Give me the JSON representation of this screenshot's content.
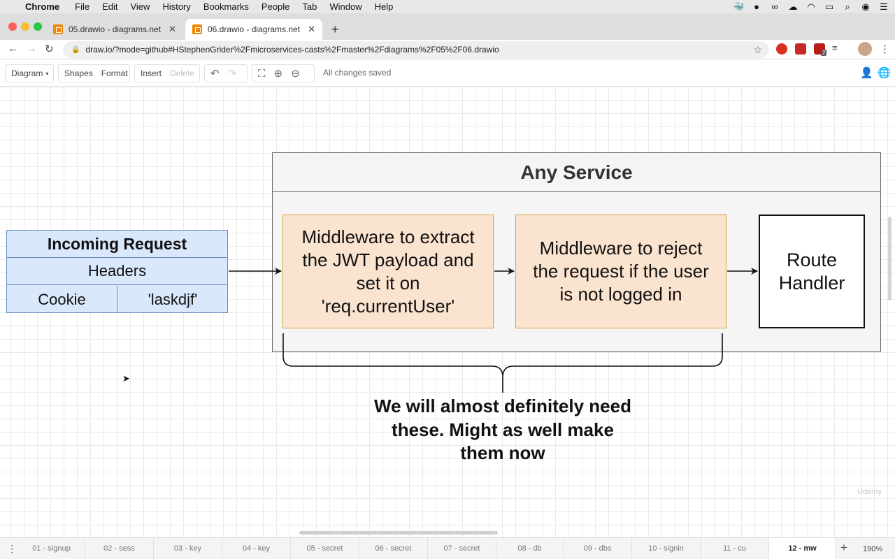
{
  "menubar": {
    "app": "Chrome",
    "items": [
      "File",
      "Edit",
      "View",
      "History",
      "Bookmarks",
      "People",
      "Tab",
      "Window",
      "Help"
    ]
  },
  "tabs": [
    {
      "title": "05.drawio - diagrams.net",
      "close": "✕"
    },
    {
      "title": "06.drawio - diagrams.net",
      "close": "✕"
    }
  ],
  "newtab": "+",
  "address": {
    "url": "draw.io/?mode=github#HStephenGrider%2Fmicroservices-casts%2Fmaster%2Fdiagrams%2F05%2F06.drawio"
  },
  "extensions": {
    "badge": "2"
  },
  "toolbar": {
    "diagram": "Diagram",
    "shapes": "Shapes",
    "format": "Format",
    "insert": "Insert",
    "delete": "Delete",
    "status": "All changes saved"
  },
  "diagram": {
    "container_title": "Any Service",
    "middleware1": [
      "Middleware to extract",
      "the JWT payload and",
      "set it on",
      "'req.currentUser'"
    ],
    "middleware2": [
      "Middleware to reject",
      "the request if the user",
      "is not logged in"
    ],
    "handler": [
      "Route",
      "Handler"
    ],
    "request": {
      "title": "Incoming Request",
      "headers": "Headers",
      "cookie_label": "Cookie",
      "cookie_value": "'laskdjf'"
    },
    "note": [
      "We will almost definitely need",
      "these.  Might as well make",
      "them now"
    ]
  },
  "watermark": "Udemy",
  "pages": [
    "01 - signup",
    "02 - sess",
    "03 - key",
    "04 - key",
    "05 - secret",
    "06 - secret",
    "07 - secret",
    "08 - db",
    "09 - dbs",
    "10 - signin",
    "11 - cu",
    "12 - mw"
  ],
  "active_page": "12 - mw",
  "zoom": "190%",
  "colors": {
    "blue_fill": "#dae8fc",
    "blue_stroke": "#6c8ebf",
    "orange_fill": "#fae3cf",
    "orange_stroke": "#d6a23e",
    "container_fill": "#f5f5f5"
  }
}
